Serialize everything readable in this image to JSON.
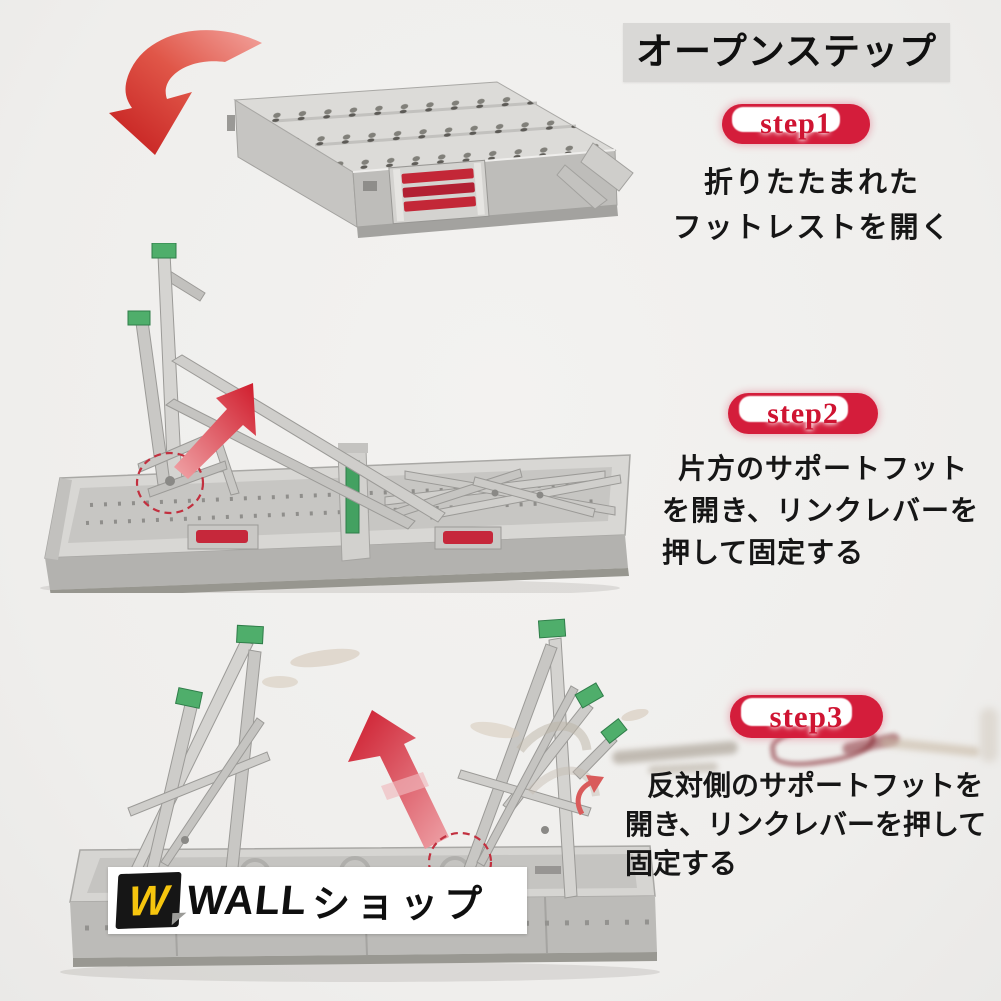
{
  "page": {
    "background_color": "#f0efed",
    "title": {
      "text": "オープンステップ",
      "bg_color": "#d9d8d6",
      "text_color": "#101010"
    }
  },
  "steps": [
    {
      "badge": "step1",
      "lines": [
        "折りたたまれた",
        "フットレストを開く"
      ]
    },
    {
      "badge": "step2",
      "lines": [
        "片方のサポートフット",
        "を開き、リンクレバーを",
        "押して固定する"
      ]
    },
    {
      "badge": "step3",
      "lines": [
        "反対側のサポートフットを",
        "開き、リンクレバーを押して",
        "固定する"
      ]
    }
  ],
  "badge_style": {
    "fill": "#d41d3b",
    "inner_fill": "#ffffff",
    "text_color": "#cf1432"
  },
  "colors": {
    "accent_red": "#d41d3b",
    "arrow_red": "#d0202d",
    "foot_cap_green": "#4fae6b",
    "metal_light": "#d7d6d3",
    "metal_dark": "#b5b4b1",
    "logo_yellow": "#f6c50e"
  },
  "logo": {
    "monogram": "W",
    "brand": "WALL",
    "suffix": "ショップ"
  },
  "illustrations": [
    {
      "name": "step1-folded-footrest"
    },
    {
      "name": "step2-one-support-foot-open"
    },
    {
      "name": "step3-both-support-feet-open"
    }
  ]
}
